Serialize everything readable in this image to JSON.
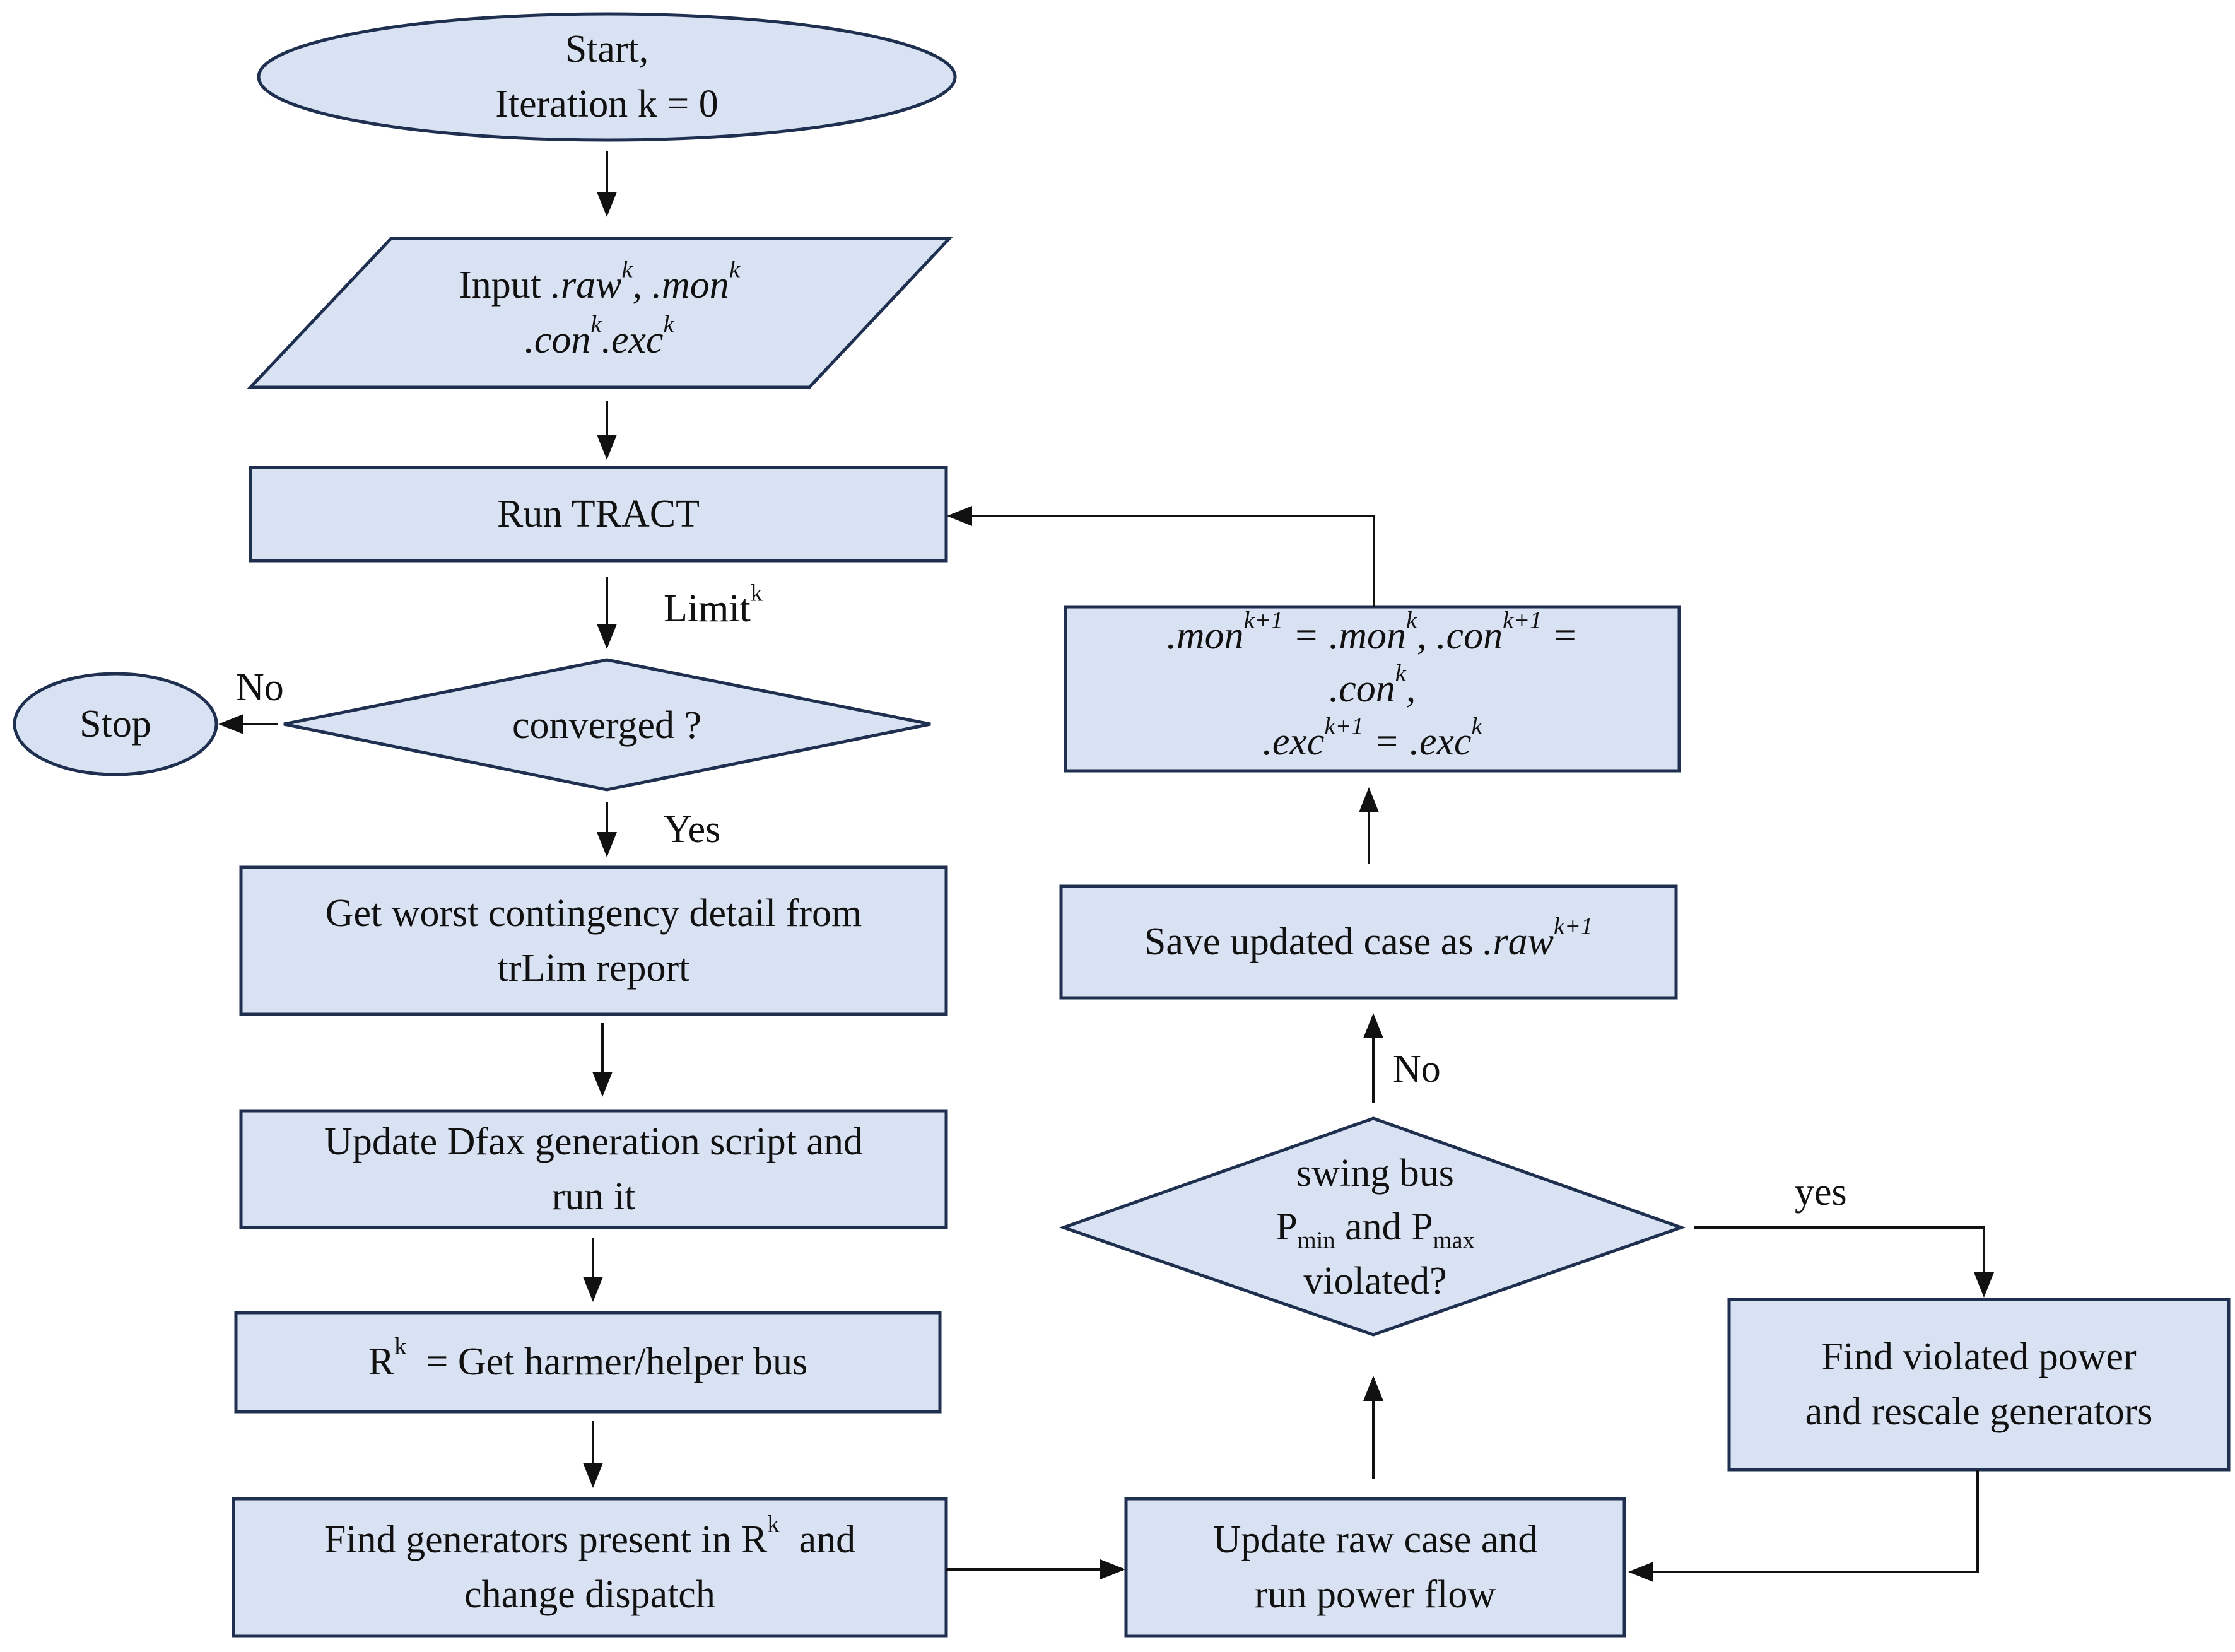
{
  "colors": {
    "node_fill": "#d9e2f2",
    "node_stroke": "#1f2f4f",
    "arrow": "#111111"
  },
  "nodes": {
    "start": {
      "line1": "Start,",
      "line2": "Iteration k = 0"
    },
    "input": {
      "prefix": "Input ",
      "raw": ".raw",
      "raw_sup": "k",
      "sep1": ", ",
      "mon": ".mon",
      "mon_sup": "k",
      "con": ".con",
      "con_sup": "k",
      "exc": ".exc",
      "exc_sup": "k"
    },
    "run_tract": {
      "label": "Run TRACT"
    },
    "converged": {
      "label": "converged ?"
    },
    "stop": {
      "label": "Stop"
    },
    "worst_contingency": {
      "line1": "Get worst contingency detail from",
      "line2": "trLim report"
    },
    "update_dfax": {
      "line1": "Update Dfax generation script and",
      "line2": "run it"
    },
    "get_harmer": {
      "r": "R",
      "r_sup": "k",
      "rest": "  = Get harmer/helper bus"
    },
    "find_generators": {
      "l1_a": "Find generators present in R",
      "l1_sup": "k",
      "l1_b": "  and",
      "line2": "change dispatch"
    },
    "update_raw": {
      "line1": "Update raw case and",
      "line2": "run power flow"
    },
    "swing_bus": {
      "line1": "swing bus",
      "pmin_p": "P",
      "pmin_sub": "min",
      "and": " and ",
      "pmax_p": "P",
      "pmax_sub": "max",
      "line3": "violated?"
    },
    "find_violated": {
      "line1": "Find violated power",
      "line2": "and rescale generators"
    },
    "save_case": {
      "text": "Save updated case as ",
      "raw": ".raw",
      "raw_sup": "k+1"
    },
    "update_files": {
      "l1_mon": ".mon",
      "l1_mon_sup": "k+1",
      "l1_eq": " = ",
      "l1_mon2": ".mon",
      "l1_mon2_sup": "k",
      "l1_sep": ", ",
      "l1_con": ".con",
      "l1_con_sup": "k+1",
      "l1_eq2": " =",
      "l2_con": ".con",
      "l2_con_sup": "k",
      "l2_comma": ",",
      "l3_exc": ".exc",
      "l3_exc_sup": "k+1",
      "l3_eq": " = ",
      "l3_exc2": ".exc",
      "l3_exc2_sup": "k"
    }
  },
  "edge_labels": {
    "limit": "Limit",
    "limit_sup": "k",
    "no_stop": "No",
    "yes_continue": "Yes",
    "no_save": "No",
    "yes_rescale": "yes"
  }
}
